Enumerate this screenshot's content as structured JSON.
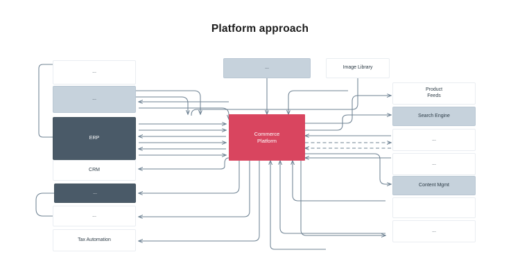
{
  "title": "Platform approach",
  "colors": {
    "accent_red": "#d9455f",
    "dark_slate": "#4a5a68",
    "light_blue": "#c6d2dc",
    "white_box": "#ffffff",
    "connector": "#6d8192",
    "title_text": "#1b1b1b"
  },
  "center": {
    "label_line1": "Commerce",
    "label_line2": "Platform",
    "style": "red"
  },
  "top_row": [
    {
      "label": "...",
      "style": "blue"
    },
    {
      "label": "Image Library",
      "style": "white"
    }
  ],
  "left_column": [
    {
      "label": "...",
      "style": "white"
    },
    {
      "label": "...",
      "style": "blue"
    },
    {
      "label": "ERP",
      "style": "dark"
    },
    {
      "label": "CRM",
      "style": "white"
    },
    {
      "label": "...",
      "style": "dark"
    },
    {
      "label": "...",
      "style": "white"
    },
    {
      "label": "Tax Automation",
      "style": "white"
    }
  ],
  "right_column": [
    {
      "label_line1": "Product",
      "label_line2": "Feeds",
      "style": "white"
    },
    {
      "label_line1": "Search Engine",
      "label_line2": "",
      "style": "blue"
    },
    {
      "label_line1": "...",
      "label_line2": "",
      "style": "white"
    },
    {
      "label_line1": "...",
      "label_line2": "",
      "style": "white"
    },
    {
      "label_line1": "Content Mgmt",
      "label_line2": "",
      "style": "blue"
    },
    {
      "label_line1": "",
      "label_line2": "",
      "style": "white"
    },
    {
      "label_line1": "...",
      "label_line2": "",
      "style": "white"
    }
  ]
}
